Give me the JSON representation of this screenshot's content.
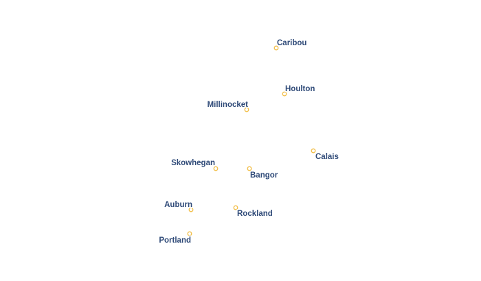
{
  "map": {
    "colors": {
      "label": "#2f4a78",
      "label_halo": "#ffffff",
      "marker_stroke": "#f2bf4a",
      "marker_fill": "#ffffff",
      "background": "#ffffff"
    },
    "cities": [
      {
        "id": "caribou",
        "name": "Caribou"
      },
      {
        "id": "houlton",
        "name": "Houlton"
      },
      {
        "id": "millinocket",
        "name": "Millinocket"
      },
      {
        "id": "calais",
        "name": "Calais"
      },
      {
        "id": "skowhegan",
        "name": "Skowhegan"
      },
      {
        "id": "bangor",
        "name": "Bangor"
      },
      {
        "id": "auburn",
        "name": "Auburn"
      },
      {
        "id": "rockland",
        "name": "Rockland"
      },
      {
        "id": "portland",
        "name": "Portland"
      }
    ]
  }
}
